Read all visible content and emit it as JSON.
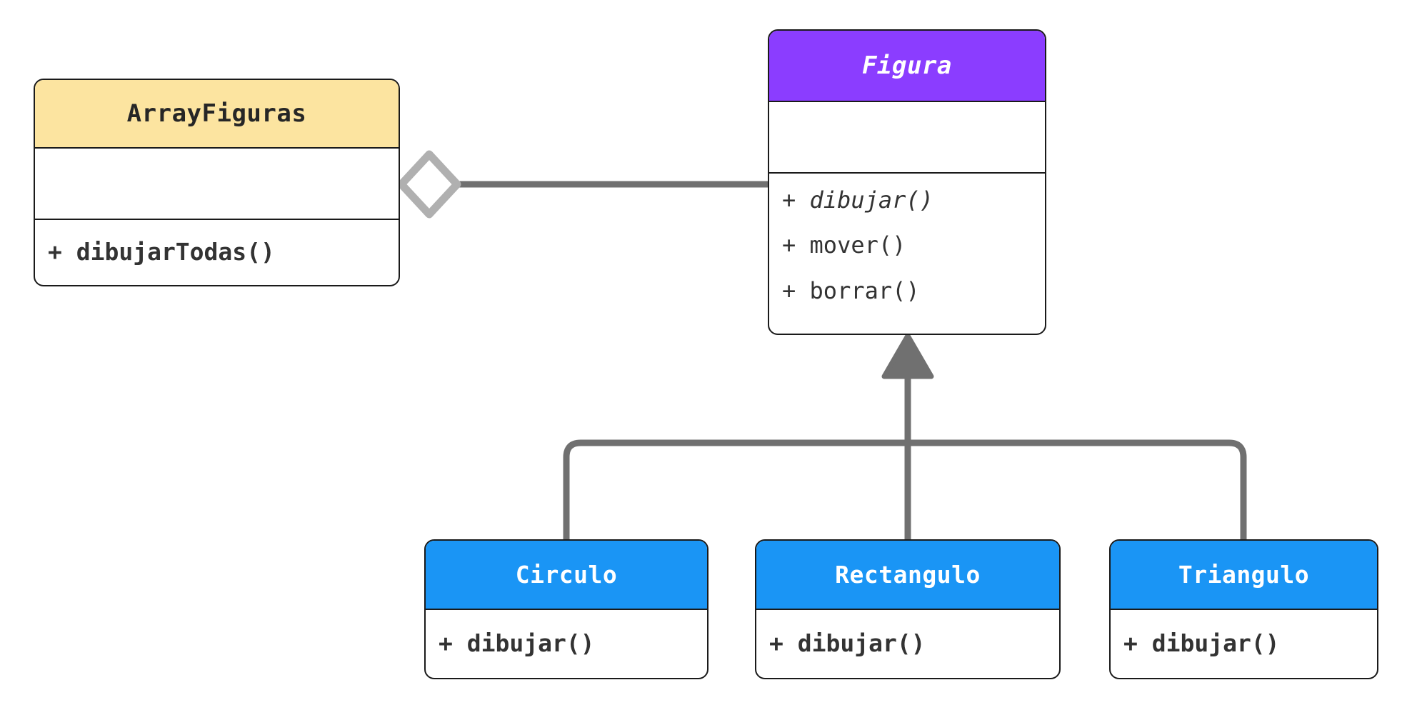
{
  "diagram": {
    "type": "uml-class-diagram",
    "background_color": "#ffffff",
    "colors": {
      "aggregate_header": "#FCE4A0",
      "abstract_header": "#8B3DFF",
      "subclass_header": "#1A95F5",
      "connector": "#707070",
      "diamond_stroke": "#B0B0B0",
      "box_border": "#1a1a1a",
      "text_dark": "#333333",
      "text_light": "#ffffff"
    }
  },
  "classes": {
    "arrayfiguras": {
      "name": "ArrayFiguras",
      "stereotype": "concrete",
      "attributes": [],
      "methods": [
        {
          "text": "+ dibujarTodas()",
          "abstract": false
        }
      ]
    },
    "figura": {
      "name": "Figura",
      "stereotype": "abstract",
      "attributes": [],
      "methods": [
        {
          "text": "+ dibujar()",
          "abstract": true
        },
        {
          "text": "+ mover()",
          "abstract": false
        },
        {
          "text": "+ borrar()",
          "abstract": false
        }
      ]
    },
    "circulo": {
      "name": "Circulo",
      "stereotype": "concrete",
      "attributes": [],
      "methods": [
        {
          "text": "+ dibujar()",
          "abstract": false
        }
      ]
    },
    "rectangulo": {
      "name": "Rectangulo",
      "stereotype": "concrete",
      "attributes": [],
      "methods": [
        {
          "text": "+ dibujar()",
          "abstract": false
        }
      ]
    },
    "triangulo": {
      "name": "Triangulo",
      "stereotype": "concrete",
      "attributes": [],
      "methods": [
        {
          "text": "+ dibujar()",
          "abstract": false
        }
      ]
    }
  },
  "relationships": [
    {
      "id": "aggregation-arrayfiguras-figura",
      "kind": "aggregation",
      "source": "ArrayFiguras",
      "target": "Figura",
      "marker": "hollow-diamond"
    },
    {
      "id": "inheritance-circulo-figura",
      "kind": "generalization",
      "source": "Circulo",
      "target": "Figura",
      "marker": "solid-triangle"
    },
    {
      "id": "inheritance-rectangulo-figura",
      "kind": "generalization",
      "source": "Rectangulo",
      "target": "Figura",
      "marker": "solid-triangle"
    },
    {
      "id": "inheritance-triangulo-figura",
      "kind": "generalization",
      "source": "Triangulo",
      "target": "Figura",
      "marker": "solid-triangle"
    }
  ]
}
